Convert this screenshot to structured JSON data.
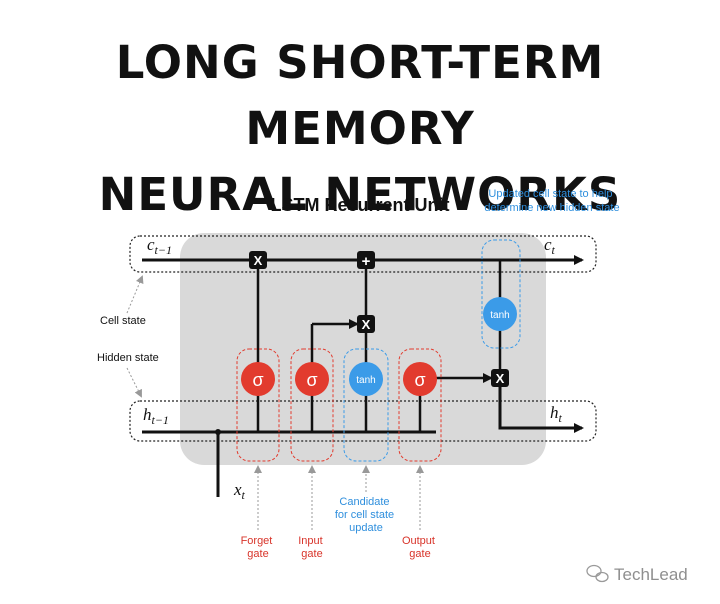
{
  "title": {
    "line1": "LONG SHORT-TERM MEMORY",
    "line2": "NEURAL NETWORKS"
  },
  "diagram": {
    "heading": "LSTM Recurrent Unit",
    "annotation_updated": [
      "Updated cell state to help",
      "determine new hidden state"
    ],
    "cell_state_label": "Cell state",
    "hidden_state_label": "Hidden state",
    "candidate_label": [
      "Candidate",
      "for cell state",
      "update"
    ],
    "forget_gate_label": [
      "Forget",
      "gate"
    ],
    "input_gate_label": [
      "Input",
      "gate"
    ],
    "output_gate_label": [
      "Output",
      "gate"
    ],
    "sigma": "σ",
    "tanh": "tanh",
    "op_multiply": "X",
    "op_add": "+",
    "c_prev": {
      "base": "c",
      "sub": "t−1"
    },
    "c_t": {
      "base": "c",
      "sub": "t"
    },
    "h_prev": {
      "base": "h",
      "sub": "t−1"
    },
    "h_t": {
      "base": "h",
      "sub": "t"
    },
    "x_t": {
      "base": "x",
      "sub": "t"
    }
  },
  "watermark": {
    "icon": "wechat-icon",
    "text": "TechLead"
  },
  "colors": {
    "gate_red": "#e23b2e",
    "tanh_blue": "#3b9be8",
    "annotation_blue": "#2f8fdd",
    "unit_bg": "#d9d9d9",
    "black": "#111111"
  }
}
